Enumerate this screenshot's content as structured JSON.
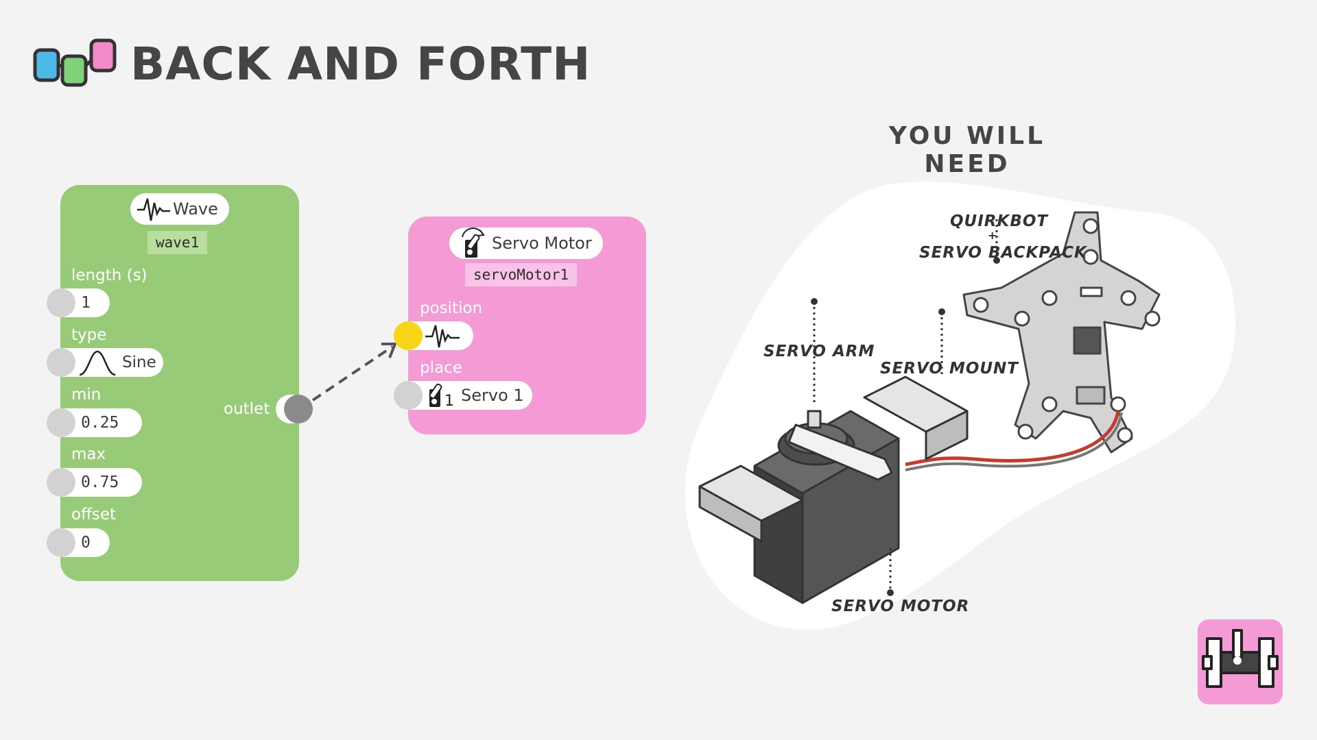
{
  "header": {
    "title": "BACK AND FORTH",
    "logo_colors": [
      "#4cb9e8",
      "#7fd27a",
      "#f28ac9"
    ]
  },
  "wave_block": {
    "name": "Wave",
    "icon": "wave-icon",
    "id": "wave1",
    "color": "#98cb78",
    "inputs": [
      {
        "label": "length (s)",
        "value": "1"
      },
      {
        "label": "type",
        "value": "Sine",
        "icon": "sine-curve-icon"
      },
      {
        "label": "min",
        "value": "0.25"
      },
      {
        "label": "max",
        "value": "0.75"
      },
      {
        "label": "offset",
        "value": "0"
      }
    ],
    "output_label": "outlet"
  },
  "servo_block": {
    "name": "Servo Motor",
    "icon": "servo-motor-icon",
    "id": "servoMotor1",
    "color": "#f49ad4",
    "inputs": [
      {
        "label": "position",
        "icon": "wave-icon",
        "connected_color": "#f8d516"
      },
      {
        "label": "place",
        "value": "Servo 1",
        "icon": "servo-place-icon"
      }
    ]
  },
  "you_will_need": {
    "title": "YOU WILL NEED",
    "labels": {
      "quirkbot_line1": "QUIRKBOT",
      "plus": "+",
      "quirkbot_line2": "SERVO BACKPACK",
      "servo_arm": "SERVO ARM",
      "servo_mount": "SERVO MOUNT",
      "servo_motor": "SERVO MOTOR"
    }
  },
  "corner_badge": {
    "icon": "servo-kit-icon",
    "color": "#f49ad4"
  }
}
